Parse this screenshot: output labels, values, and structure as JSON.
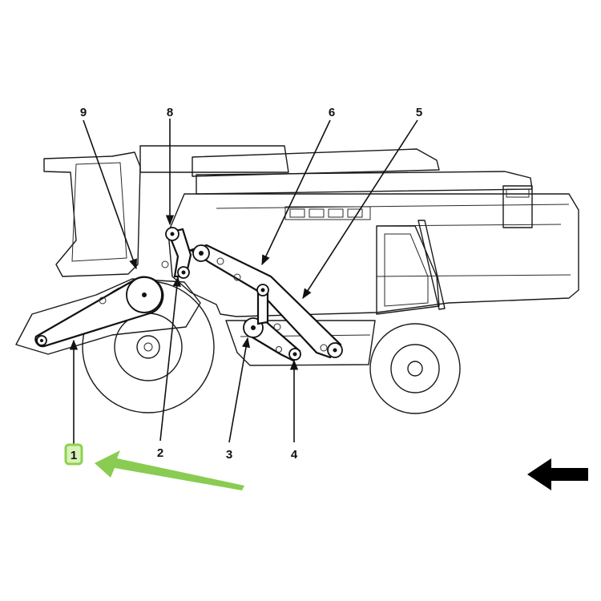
{
  "diagram": {
    "callouts": [
      {
        "id": "1",
        "label": "1",
        "highlighted": true
      },
      {
        "id": "2",
        "label": "2"
      },
      {
        "id": "3",
        "label": "3"
      },
      {
        "id": "4",
        "label": "4"
      },
      {
        "id": "5",
        "label": "5"
      },
      {
        "id": "6",
        "label": "6"
      },
      {
        "id": "8",
        "label": "8"
      },
      {
        "id": "9",
        "label": "9"
      }
    ],
    "colors": {
      "line": "#1a1a1a",
      "highlight": "#8fd14f",
      "highlight_arrow": "#7cc63e",
      "direction_arrow": "#000000"
    },
    "icons": {
      "direction": "arrow-left-icon",
      "pointer": "highlight-arrow-icon"
    }
  }
}
